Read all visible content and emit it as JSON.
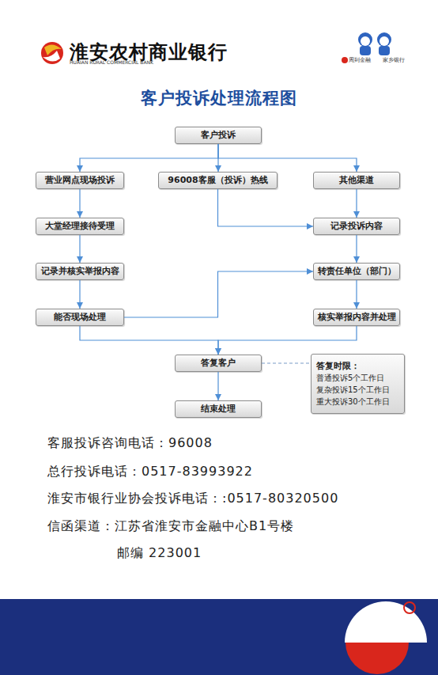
{
  "diagram": {
    "title": "客户投诉处理流程图",
    "nodes": [
      {
        "text": [
          "客户投诉"
        ]
      },
      {
        "text": [
          "营业网点现场投诉"
        ]
      },
      {
        "text": [
          "96008客服（投诉）热线"
        ]
      },
      {
        "text": [
          "其他渠道"
        ]
      },
      {
        "text": [
          "大堂经理接待受理"
        ]
      },
      {
        "text": [
          "记录投诉内容"
        ]
      },
      {
        "text": [
          "记录并核实举报内容"
        ]
      },
      {
        "text": [
          "转责任单位（部门）"
        ]
      },
      {
        "text": [
          "能否现场处理"
        ]
      },
      {
        "text": [
          "核实举报内容并处理"
        ]
      },
      {
        "text": [
          "答复客户"
        ]
      },
      {
        "text": [
          "结束处理"
        ]
      },
      {
        "text": [
          "答复时限：",
          "普通投诉5个工作日",
          "复杂投诉15个工作日",
          "重大投诉30个工作日"
        ]
      }
    ],
    "edges": [
      {
        "from": 0,
        "to": 1,
        "arrow": "to"
      },
      {
        "from": 0,
        "to": 2,
        "arrow": "to"
      },
      {
        "from": 0,
        "to": 3,
        "arrow": "to"
      },
      {
        "from": 1,
        "to": 4,
        "arrow": "to"
      },
      {
        "from": 4,
        "to": 6,
        "arrow": "to"
      },
      {
        "from": 6,
        "to": 8,
        "arrow": "to"
      },
      {
        "from": 2,
        "to": 5,
        "arrow": "to"
      },
      {
        "from": 3,
        "to": 5,
        "arrow": "to"
      },
      {
        "from": 5,
        "to": 7,
        "arrow": "to"
      },
      {
        "from": 7,
        "to": 9,
        "arrow": "to"
      },
      {
        "from": 8,
        "to": 7,
        "arrow": "to"
      },
      {
        "from": 8,
        "to": 10,
        "arrow": "to"
      },
      {
        "from": 9,
        "to": 10,
        "arrow": "to"
      },
      {
        "from": 10,
        "to": 11,
        "arrow": "to"
      },
      {
        "from": 10,
        "to": 12,
        "arrow": "none"
      }
    ],
    "labels": [
      "淮安农村商业银行",
      "HUAIAN RURAL COMMERCIAL BANK",
      "周到金融",
      "家乡银行",
      "客服投诉咨询电话：96008",
      "总行投诉电话：0517-83993922",
      "淮安市银行业协会投诉电话：:0517-80320500",
      "信函渠道：江苏省淮安市金融中心B1号楼",
      "邮编 223001"
    ]
  }
}
